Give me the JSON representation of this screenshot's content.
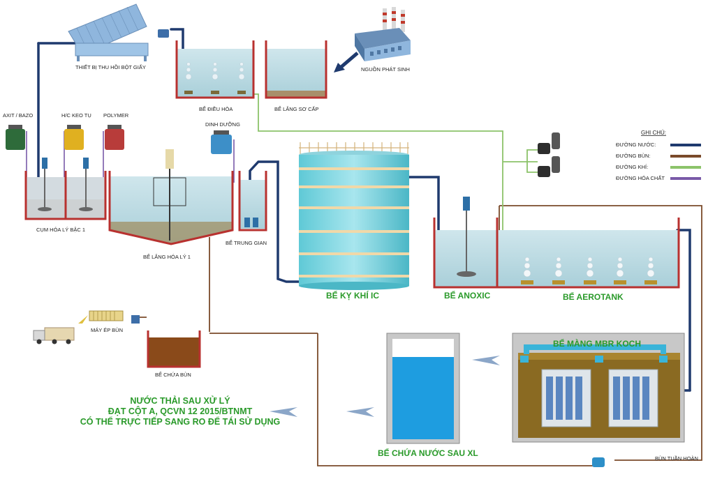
{
  "labels": {
    "paper_recovery": "THIẾT BỊ THU HỒI BỘT GIẤY",
    "source": "NGUỒN PHÁT SINH",
    "equalization": "BỂ ĐIỀU HÒA",
    "primary_settling": "BỂ LẮNG SƠ CẤP",
    "acid_base": "AXIT / BAZO",
    "coagulant": "H/C KEO TỤ",
    "polymer": "POLYMER",
    "nutrient": "DINH DƯỠNG",
    "physchem_cluster": "CỤM HÓA LÝ BẬC 1",
    "physchem_settling": "BỂ LẮNG HÓA LÝ 1",
    "intermediate": "BỂ TRUNG GIAN",
    "ic_tank": "BỂ KỴ KHÍ IC",
    "anoxic": "BỂ ANOXIC",
    "aerotank": "BỂ AEROTANK",
    "mbr": "BỂ MÀNG MBR KOCH",
    "treated_tank": "BỂ CHỨA NƯỚC SAU XL",
    "sludge_tank": "BỂ CHỨA BÙN",
    "filter_press": "MÁY ÉP BÙN",
    "sludge_return": "BÙN TUẦN HOÀN"
  },
  "result_text": [
    "NƯỚC THẢI SAU XỬ LÝ",
    "ĐẠT CỘT A, QCVN 12 2015/BTNMT",
    "CÓ THỂ TRỰC TIẾP SANG RO ĐỂ TÁI SỬ DỤNG"
  ],
  "legend": {
    "title": "GHI CHÚ:",
    "items": [
      {
        "label": "ĐƯỜNG NƯỚC:",
        "color": "#1f3a6e"
      },
      {
        "label": "ĐƯỜNG BÙN:",
        "color": "#7a4a2a"
      },
      {
        "label": "ĐƯỜNG KHÍ:",
        "color": "#8cc36a"
      },
      {
        "label": "ĐƯỜNG HÓA CHẤT",
        "color": "#7a5aa8"
      }
    ]
  },
  "colors": {
    "water_line": "#1f3a6e",
    "sludge_line": "#7a4a2a",
    "air_line": "#8cc36a",
    "chemical_line": "#7a5aa8",
    "tank_wall": "#b8312f",
    "label_green": "#2a9a2a"
  }
}
